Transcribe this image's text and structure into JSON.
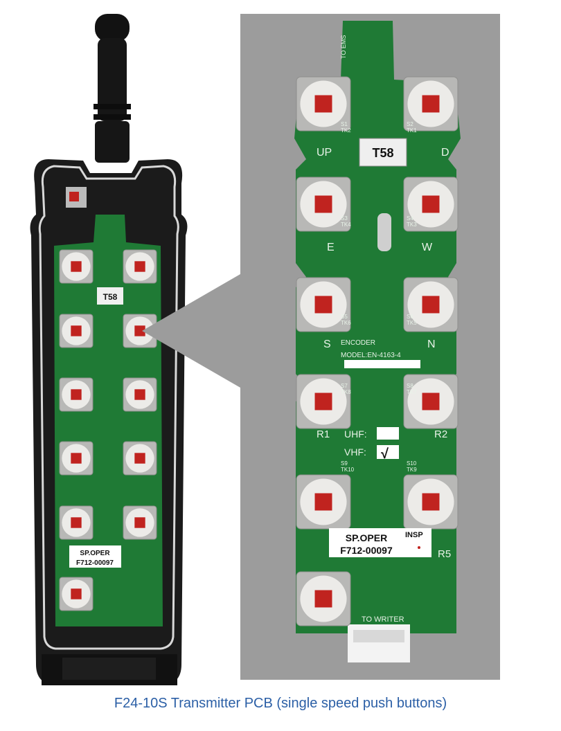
{
  "caption": "F24-10S Transmitter PCB (single speed push buttons)",
  "colors": {
    "pcb_green": "#1f7a35",
    "housing": "#1b1b1b",
    "panel_gray": "#9c9c9c",
    "caption_blue": "#2b5fa6",
    "button_cap": "#ecebe8",
    "button_center": "#c0231f"
  },
  "pcb_labels": {
    "crystal": "T58",
    "to_ems": "TO EMS",
    "to_writer": "TO WRITER",
    "encoder": "ENCODER",
    "model": "MODEL:EN-4163-4",
    "uhf": "UHF:",
    "vhf": "VHF:",
    "r1": "R1",
    "r2": "R2",
    "r5": "R5",
    "sticker_line1": "SP.OPER",
    "sticker_line2": "F712-00097",
    "insp": "INSP",
    "up": "UP",
    "down": "D",
    "east": "E",
    "west": "W",
    "south": "S",
    "north": "N",
    "check": "√"
  },
  "switch_labels": [
    {
      "s": "S1",
      "tk": "TK2"
    },
    {
      "s": "S2",
      "tk": "TK1"
    },
    {
      "s": "S3",
      "tk": "TK4"
    },
    {
      "s": "S4",
      "tk": "TK3"
    },
    {
      "s": "S5",
      "tk": "TK6"
    },
    {
      "s": "S6",
      "tk": "TK5"
    },
    {
      "s": "S7",
      "tk": "TK8"
    },
    {
      "s": "S8",
      "tk": "TK7"
    },
    {
      "s": "S9",
      "tk": "TK10"
    },
    {
      "s": "S10",
      "tk": "TK9"
    }
  ]
}
